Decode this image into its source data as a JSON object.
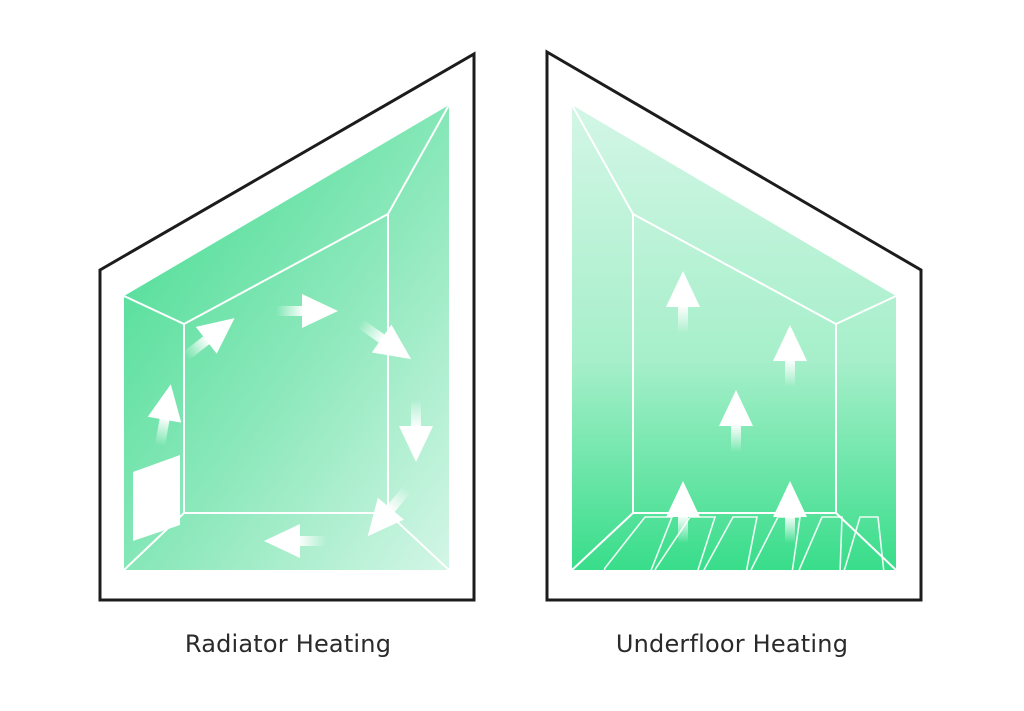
{
  "panels": [
    {
      "id": "radiator",
      "caption": "Radiator Heating",
      "heat_source": "wall radiator",
      "airflow": "circular convection loop"
    },
    {
      "id": "underfloor",
      "caption": "Underfloor Heating",
      "heat_source": "floor heating pipes",
      "airflow": "even upward rise"
    }
  ],
  "colors": {
    "outline": "#1c1c1c",
    "heat_strong": "#3fdb8d",
    "heat_light": "#d3f6e6",
    "arrow": "#ffffff",
    "caption": "#2a2a2a"
  },
  "icons": [
    "arrow-icon",
    "radiator-icon",
    "floor-pipe-icon"
  ]
}
